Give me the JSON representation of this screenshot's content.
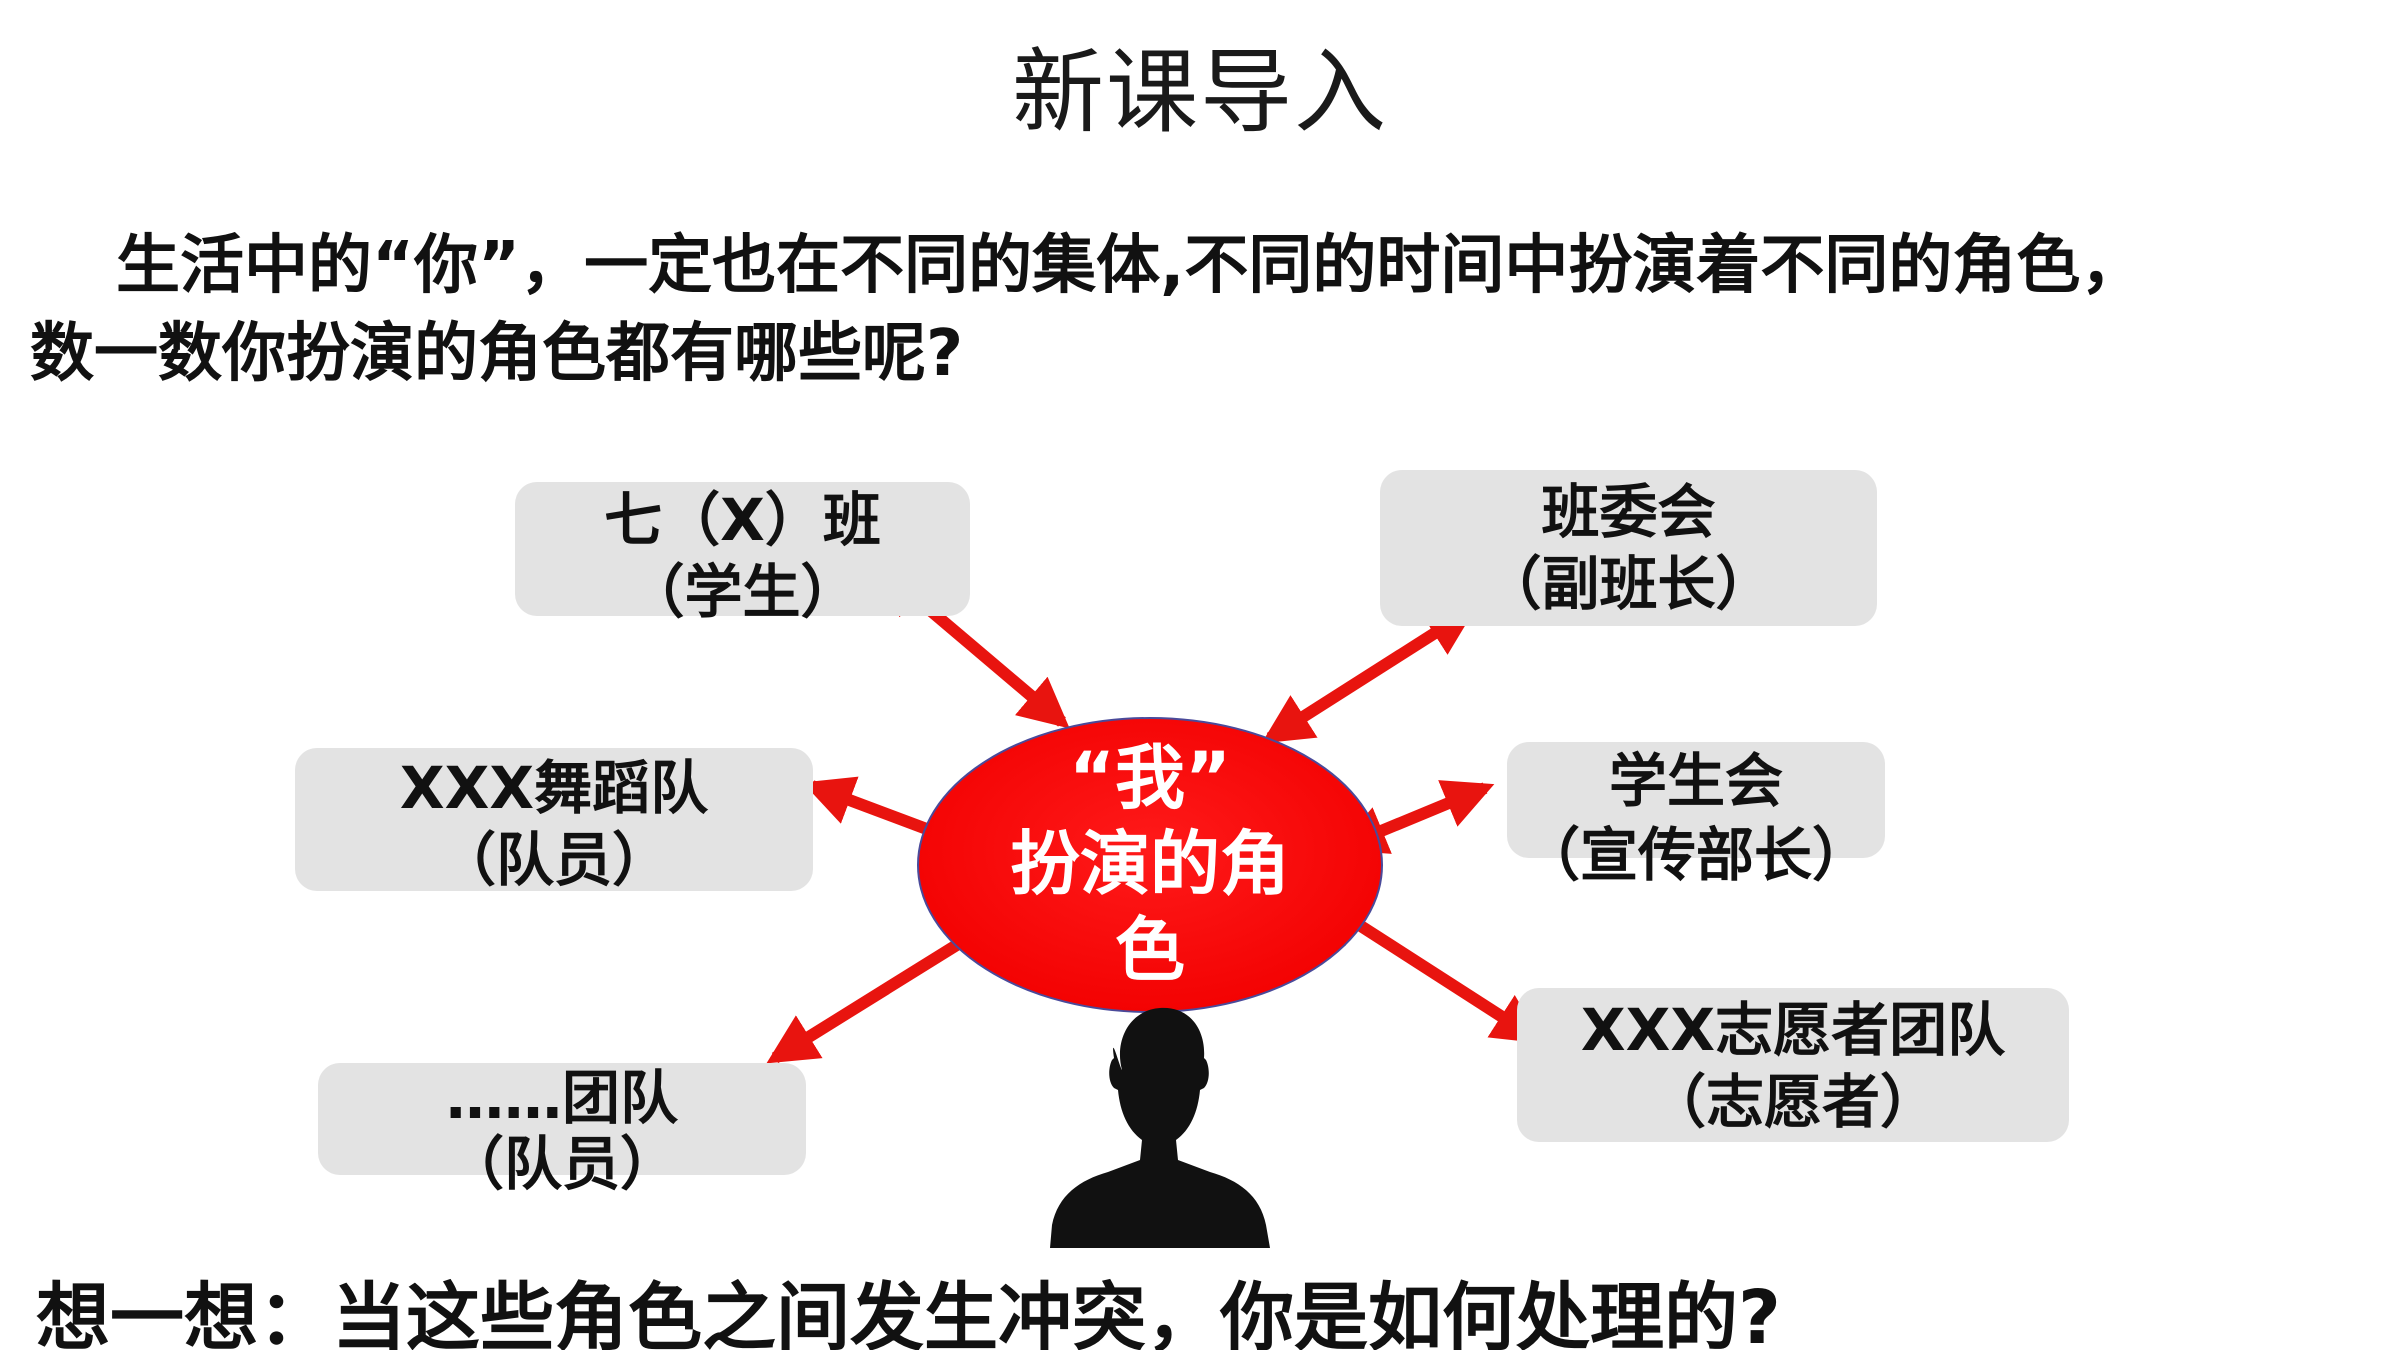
{
  "title": "新课导入",
  "intro": {
    "line1": "生活中的“你”，一定也在不同的集体,不同的时间中扮演着不同的角色，",
    "line2": "数一数你扮演的角色都有哪些呢?"
  },
  "center": {
    "line1": "“我”",
    "line2": "扮演的角",
    "line3": "色"
  },
  "roles": {
    "class": {
      "group": "七（X）班",
      "role": "（学生）"
    },
    "committee": {
      "group": "班委会",
      "role": "（副班长）"
    },
    "dance": {
      "group": "XXX舞蹈队",
      "role": "（队员）"
    },
    "union": {
      "group": "学生会",
      "role": "（宣传部长）"
    },
    "team": {
      "group": "……团队",
      "role": "（队员）"
    },
    "volunteer": {
      "group": "XXX志愿者团队",
      "role": "（志愿者）"
    }
  },
  "question": "想一想：当这些角色之间发生冲突，你是如何处理的?",
  "colors": {
    "center_fill": "#ff0000",
    "arrow": "#e8140f",
    "box_fill": "#e3e3e3",
    "silhouette": "#111111"
  },
  "icons": [
    "person-silhouette-icon",
    "double-arrow-icon"
  ]
}
